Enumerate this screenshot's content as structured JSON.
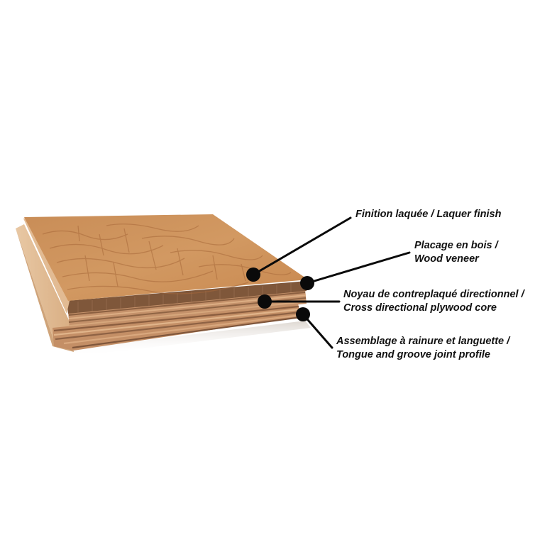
{
  "diagram": {
    "subject": "Engineered wood floor plank cross-section",
    "colors": {
      "background": "#ffffff",
      "top_surface": "#c98f5a",
      "top_surface_light": "#d7a372",
      "grain": "#a86d3e",
      "veneer_edge": "#7a5234",
      "core_light": "#d9a77c",
      "core_dark": "#8e6143",
      "tongue_side": "#e3c09a",
      "callout": "#0a0a0a"
    },
    "callouts": [
      {
        "id": "lacquer",
        "line1": "Finition laquée / Laquer finish",
        "line2": "",
        "dot": [
          357,
          387
        ],
        "line_end": [
          494,
          307
        ]
      },
      {
        "id": "veneer",
        "line1": "Placage en bois /",
        "line2": "Wood veneer",
        "dot": [
          433,
          399
        ],
        "line_end": [
          577,
          356
        ]
      },
      {
        "id": "core",
        "line1": "Noyau de contreplaqué directionnel /",
        "line2": "Cross directional plywood core",
        "dot": [
          373,
          425
        ],
        "line_end": [
          478,
          425
        ]
      },
      {
        "id": "joint",
        "line1": "Assemblage à rainure et languette /",
        "line2": "Tongue and groove joint profile",
        "dot": [
          427,
          443
        ],
        "line_end": [
          468,
          490
        ]
      }
    ]
  }
}
